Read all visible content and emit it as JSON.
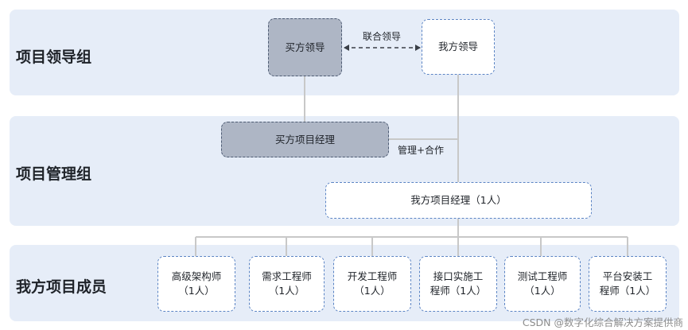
{
  "bands": {
    "leadership": "项目领导组",
    "management": "项目管理组",
    "members": "我方项目成员"
  },
  "nodes": {
    "buyer_leader": "买方领导",
    "our_leader": "我方领导",
    "buyer_pm": "买方项目经理",
    "our_pm": "我方项目经理（1人）"
  },
  "members": [
    "高级架构师\n（1人）",
    "需求工程师\n（1人）",
    "开发工程师\n（1人）",
    "接口实施工\n程师（1人）",
    "测试工程师\n（1人）",
    "平台安装工\n程师（1人）"
  ],
  "edges": {
    "joint_leadership": "联合领导",
    "management_cooperation": "管理+合作"
  },
  "watermark": "CSDN @数字化综合解决方案提供商",
  "colors": {
    "band_bg": "#e6edf8",
    "buyer_fill": "#aeb6c5",
    "dashed_border": "#5b84c4",
    "connector": "#c8c8c8"
  }
}
